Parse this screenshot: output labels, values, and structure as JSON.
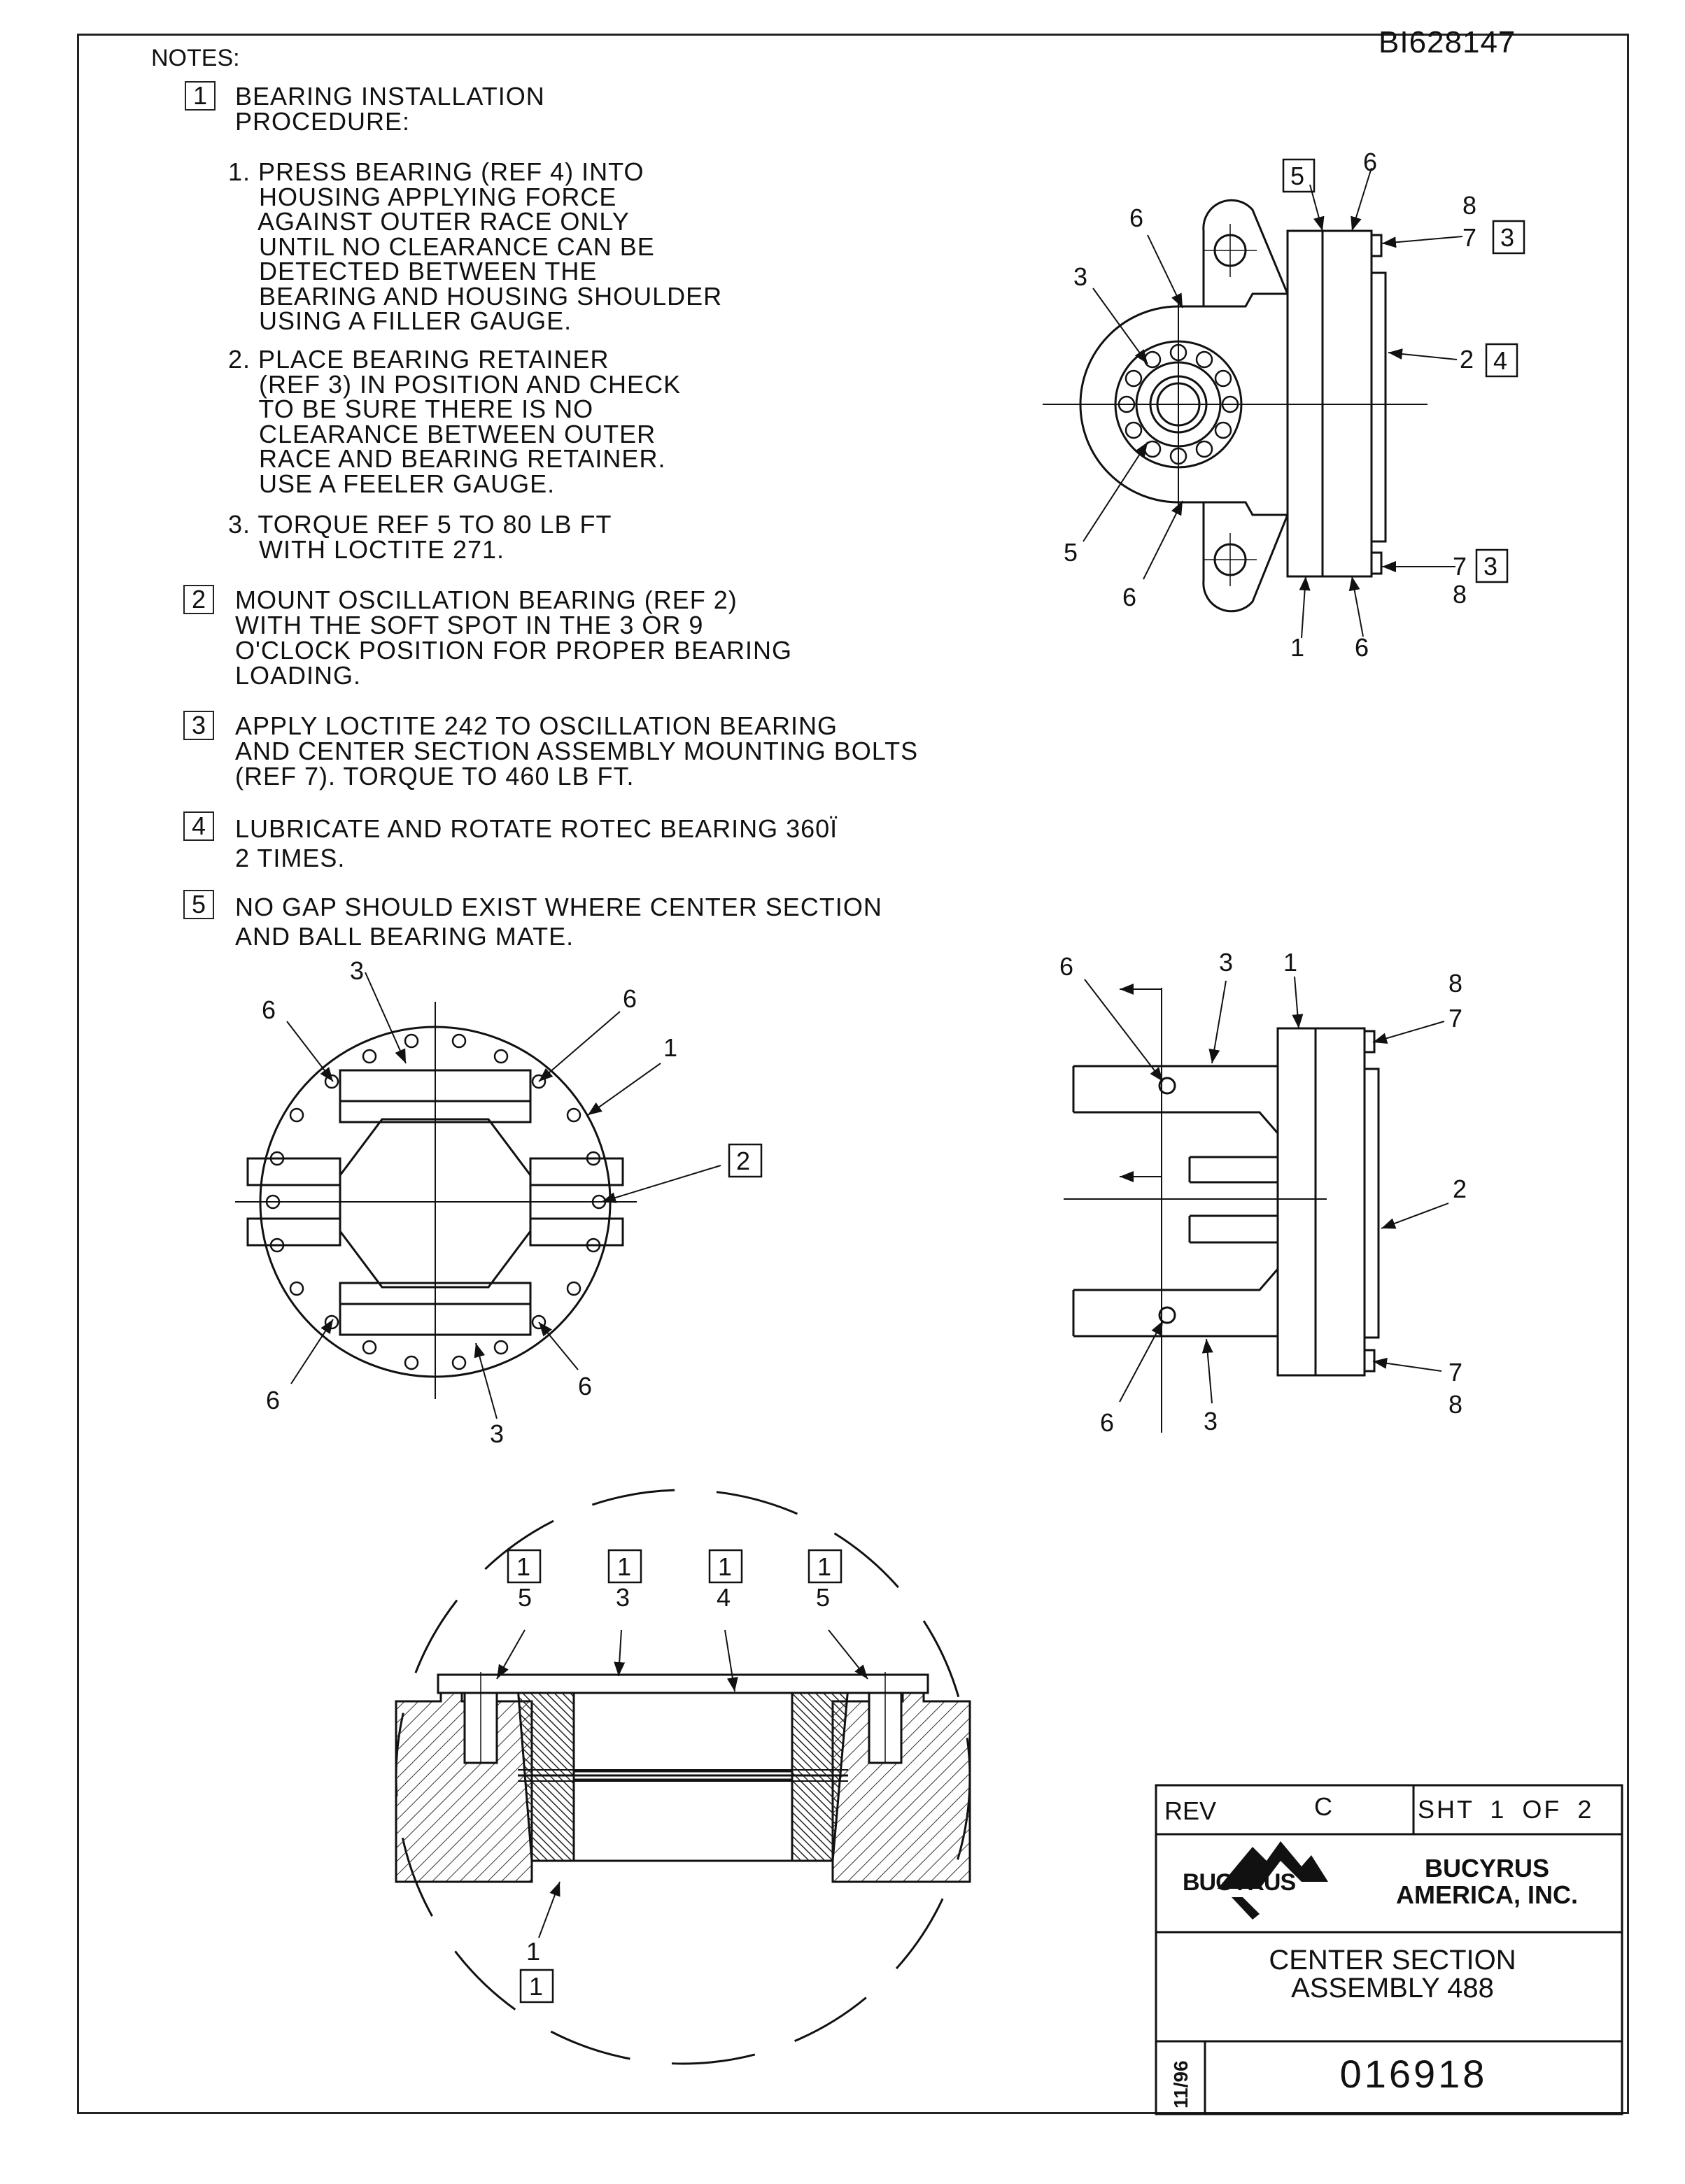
{
  "document_id": "BI628147",
  "notes": {
    "heading": "NOTES:",
    "items": [
      {
        "number": "1",
        "text": "BEARING INSTALLATION\nPROCEDURE:"
      },
      {
        "number": "2",
        "text": "MOUNT OSCILLATION BEARING (REF 2)\nWITH THE SOFT SPOT IN THE 3 OR 9\nO'CLOCK POSITION FOR PROPER BEARING\nLOADING."
      },
      {
        "number": "3",
        "text": "APPLY LOCTITE 242 TO OSCILLATION BEARING\nAND CENTER SECTION ASSEMBLY MOUNTING BOLTS\n(REF 7). TORQUE TO 460 LB FT."
      },
      {
        "number": "4",
        "text": "LUBRICATE AND ROTATE ROTEC BEARING 360Ï\n2 TIMES."
      },
      {
        "number": "5",
        "text": "NO GAP SHOULD EXIST WHERE CENTER SECTION\nAND BALL BEARING MATE."
      }
    ],
    "steps": [
      "1. PRESS BEARING (REF 4) INTO\n    HOUSING APPLYING FORCE\n    AGAINST OUTER RACE ONLY\n    UNTIL NO CLEARANCE CAN BE\n    DETECTED BETWEEN THE\n    BEARING AND HOUSING SHOULDER\n    USING A FILLER GAUGE.",
      "2. PLACE BEARING RETAINER\n    (REF 3) IN POSITION AND CHECK\n    TO BE SURE THERE IS NO\n    CLEARANCE BETWEEN OUTER\n    RACE AND BEARING RETAINER.\n    USE A FEELER GAUGE.",
      "3. TORQUE REF 5 TO 80 LB FT\n    WITH LOCTITE 271."
    ]
  },
  "callouts": {
    "top_right": [
      "5",
      "6",
      "6",
      "8",
      "7",
      "3",
      "3",
      "2",
      "4",
      "5",
      "6",
      "6",
      "1",
      "6",
      "7",
      "3",
      "8"
    ],
    "mid_left": [
      "3",
      "6",
      "6",
      "1",
      "2",
      "6",
      "6",
      "3"
    ],
    "mid_right": [
      "6",
      "3",
      "1",
      "8",
      "7",
      "2",
      "7",
      "8",
      "6",
      "3"
    ],
    "detail": [
      "1",
      "1",
      "1",
      "1",
      "5",
      "3",
      "4",
      "5",
      "1",
      "1"
    ]
  },
  "title_block": {
    "rev_label": "REV",
    "rev_value": "C",
    "sheet": "SHT 1 OF 2",
    "logo": "BUCYRUS",
    "company": "BUCYRUS\nAMERICA, INC.",
    "title": "CENTER SECTION\nASSEMBLY 488",
    "date": "11/96",
    "drawing_number": "016918"
  }
}
